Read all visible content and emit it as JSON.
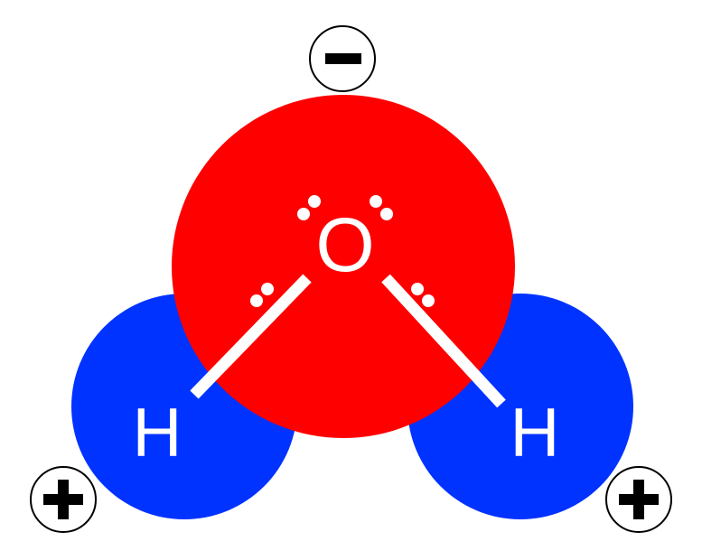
{
  "molecule": {
    "oxygen": {
      "label": "O",
      "color": "#ff0000"
    },
    "hydrogen_left": {
      "label": "H",
      "color": "#0033ff"
    },
    "hydrogen_right": {
      "label": "H",
      "color": "#0033ff"
    }
  },
  "charges": {
    "negative": "−",
    "positive_left": "+",
    "positive_right": "+"
  }
}
